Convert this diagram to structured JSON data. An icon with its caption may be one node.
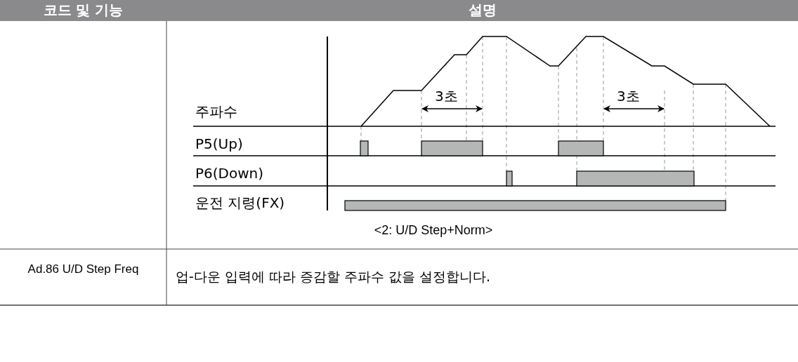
{
  "diagram": {
    "labels": [
      "코드 및 기능",
      "설명",
      "3초",
      "3초",
      "주파수",
      "P5(Up)",
      "P6(Down)",
      "운전 지령(FX)",
      "<2: U/D Step+Norm>",
      "Ad.86 U/D Step Freq",
      "업-다운 입력에 따라 증감할 주파수 값을 설정합니다."
    ]
  }
}
